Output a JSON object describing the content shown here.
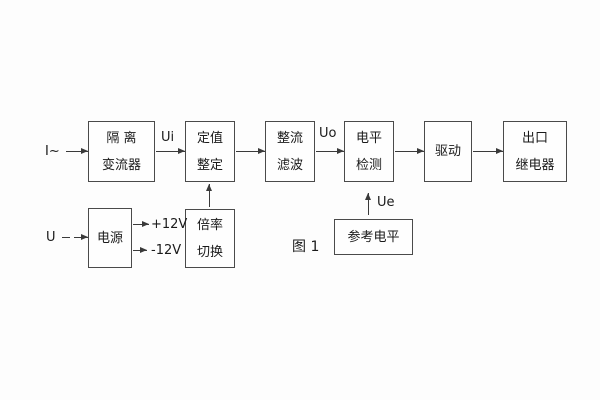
{
  "colors": {
    "line": "#3a3a3a",
    "text": "#1a1a1a",
    "background": "#fdfdfd"
  },
  "caption": "图 1",
  "blocks": {
    "isolation_transformer": {
      "line1": "隔 离",
      "line2": "变流器"
    },
    "setting_adjust": {
      "line1": "定值",
      "line2": "整定"
    },
    "rectifier_filter": {
      "line1": "整流",
      "line2": "滤波"
    },
    "level_detect": {
      "line1": "电平",
      "line2": "检测"
    },
    "driver": {
      "line1": "驱动"
    },
    "output_relay": {
      "line1": "出口",
      "line2": "继电器"
    },
    "power_supply": {
      "line1": "电源"
    },
    "ratio_switch": {
      "line1": "倍率",
      "line2": "切换"
    },
    "reference_level": {
      "line1": "参考电平"
    }
  },
  "labels": {
    "input_current": "I~",
    "input_voltage": "U",
    "ui": "Ui",
    "uo": "Uo",
    "ue": "Ue",
    "plus_12v": "+12V",
    "minus_12v": "-12V"
  }
}
